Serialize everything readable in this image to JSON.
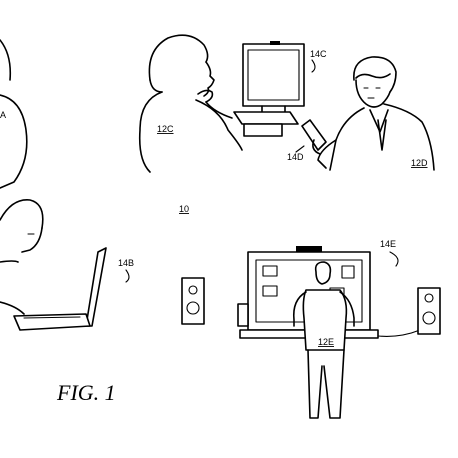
{
  "labels": {
    "system": "10",
    "user_c": "12C",
    "device_c": "14C",
    "user_d": "12D",
    "device_d": "14D",
    "device_b": "14B",
    "device_e": "14E",
    "user_e": "12E",
    "partial_a": "A"
  },
  "caption": "FIG. 1"
}
